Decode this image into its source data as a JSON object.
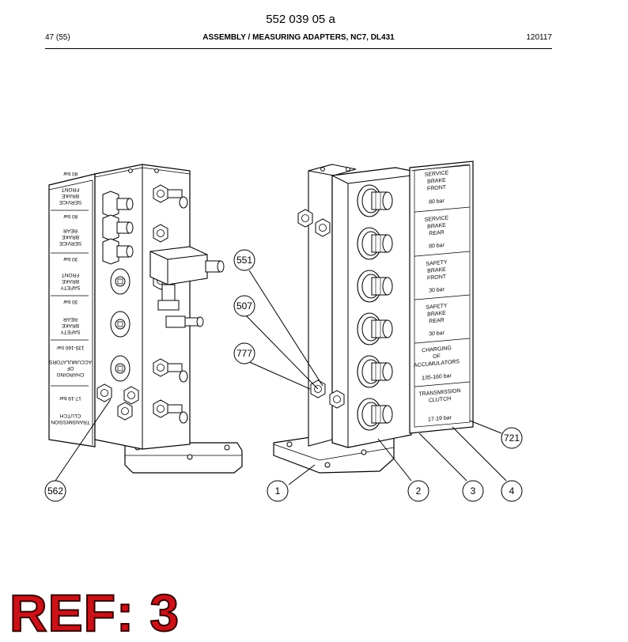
{
  "document": {
    "number": "552 039 05 a",
    "page": "47 (55)",
    "title": "ASSEMBLY / MEASURING ADAPTERS, NC7, DL431",
    "date": "120117"
  },
  "plates": {
    "left": [
      [
        "SERVICE",
        "BRAKE",
        "FRONT",
        "80 bar"
      ],
      [
        "SERVICE",
        "BRAKE",
        "REAR",
        "80 bar"
      ],
      [
        "SAFETY",
        "BRAKE",
        "FRONT",
        "30 bar"
      ],
      [
        "SAFETY",
        "BRAKE",
        "REAR",
        "30 bar"
      ],
      [
        "CHARGING",
        "OF",
        "ACCUMULATORS",
        "135-160 bar"
      ],
      [
        "TRANSMISSION",
        "CLUTCH",
        "17-19 bar"
      ]
    ],
    "right": [
      [
        "SERVICE",
        "BRAKE",
        "FRONT",
        "80 bar"
      ],
      [
        "SERVICE",
        "BRAKE",
        "REAR",
        "80 bar"
      ],
      [
        "SAFETY",
        "BRAKE",
        "FRONT",
        "30 bar"
      ],
      [
        "SAFETY",
        "BRAKE",
        "REAR",
        "30 bar"
      ],
      [
        "CHARGING",
        "OF",
        "ACCUMULATORS",
        "135-160 bar"
      ],
      [
        "TRANSMISSION",
        "CLUTCH",
        "17-19 bar"
      ]
    ]
  },
  "callouts": {
    "c551": "551",
    "c507": "507",
    "c777": "777",
    "c721": "721",
    "c562": "562",
    "c1": "1",
    "c2": "2",
    "c3": "3",
    "c4": "4"
  },
  "stamp": "REF: 3"
}
